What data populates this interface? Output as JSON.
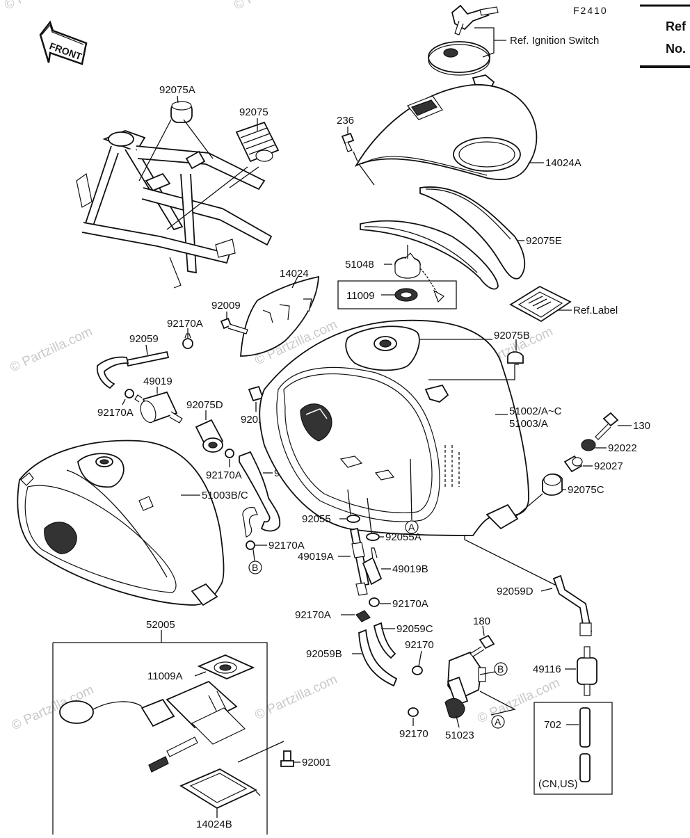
{
  "figure_code": "F2410",
  "ref_box": {
    "line1": "Ref",
    "line2": "No."
  },
  "front_arrow": "FRONT",
  "watermarks": [
    "© Partzilla.com",
    "© Partzilla.com",
    "© Partzilla.com",
    "© Partzilla.com",
    "© Partzilla.com",
    "© Partzilla.com",
    "© Partzilla.com",
    "© Partzilla.com"
  ],
  "labels": {
    "ref_ignition": "Ref. Ignition Switch",
    "p236": "236",
    "p14024A": "14024A",
    "p92075A": "92075A",
    "p92075": "92075",
    "p92075E": "92075E",
    "p51048": "51048",
    "p11009": "11009",
    "ref_label": "Ref.Label",
    "p14024": "14024",
    "p92009": "92009",
    "p92170A_1": "92170A",
    "p92059": "92059",
    "p92075B": "92075B",
    "p49019": "49019",
    "p92170A_2": "92170A",
    "p92075D": "92075D",
    "p92015": "92015",
    "p51002": "51002/A~C",
    "p51003A": "51003/A",
    "p130": "130",
    "p92022": "92022",
    "p92027": "92027",
    "p92170A_3": "92170A",
    "p92059A": "92059A",
    "p51003BC": "51003B/C",
    "p92075C": "92075C",
    "p92055": "92055",
    "circ_A1": "A",
    "p92055A": "92055A",
    "p92170A_4": "92170A",
    "circ_B1": "B",
    "p49019A": "49019A",
    "p49019B": "49019B",
    "p92059D": "92059D",
    "p92170A_5": "92170A",
    "p92170A_6": "92170A",
    "p92059C": "92059C",
    "p52005": "52005",
    "p180": "180",
    "p92170_1": "92170",
    "p92059B": "92059B",
    "p11009A": "11009A",
    "circ_B2": "B",
    "p49116": "49116",
    "p92170_2": "92170",
    "circ_A2": "A",
    "p51023": "51023",
    "p702": "702",
    "p92001": "92001",
    "p14024B": "14024B",
    "cnus": "(CN,US)"
  }
}
